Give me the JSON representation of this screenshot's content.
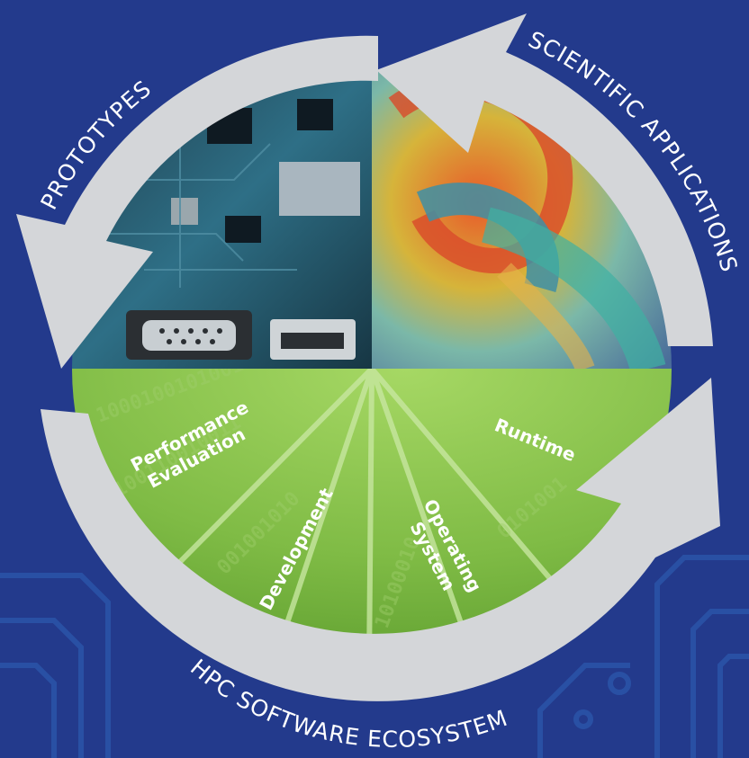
{
  "colors": {
    "background": "#233a8c",
    "circuit_trace": "#2f63b8",
    "arrow": "#d4d6d9",
    "green_light": "#9bcf54",
    "green_dark": "#5e9e2f",
    "label_text": "#ffffff"
  },
  "cycle_labels": {
    "prototypes": "PROTOTYPES",
    "scientific_applications": "SCIENTIFIC APPLICATIONS",
    "hpc_software_ecosystem": "HPC SOFTWARE ECOSYSTEM"
  },
  "segments": {
    "performance_evaluation": [
      "Performance",
      "Evaluation"
    ],
    "development": "Development",
    "operating_system": [
      "Operating",
      "System"
    ],
    "runtime": "Runtime"
  },
  "images": {
    "left": "circuit-board-photo",
    "right": "simulation-visualization"
  }
}
